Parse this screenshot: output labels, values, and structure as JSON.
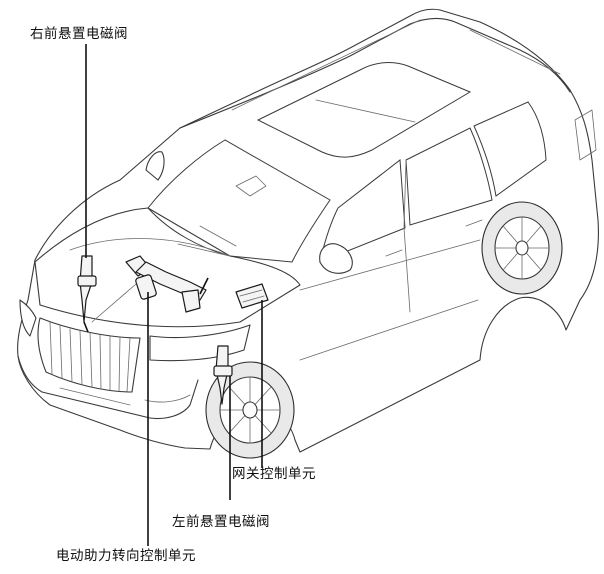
{
  "labels": {
    "right_front_valve": "右前悬置电磁阀",
    "left_front_valve": "左前悬置电磁阀",
    "gateway_unit": "网关控制单元",
    "eps_unit": "电动助力转向控制单元"
  }
}
